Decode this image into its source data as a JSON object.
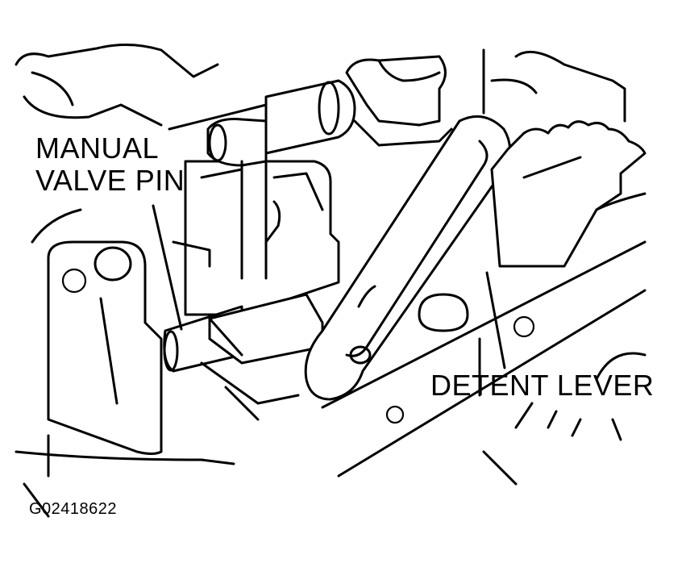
{
  "callouts": {
    "manual_valve_pin": [
      "MANUAL",
      "VALVE PIN"
    ],
    "detent_lever": "DETENT LEVER"
  },
  "figure_id": "G02418622"
}
